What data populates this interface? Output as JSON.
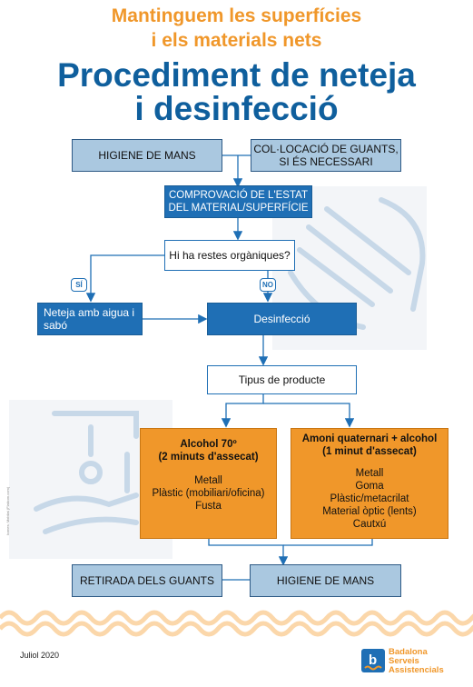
{
  "header": {
    "subtitle_line1": "Mantinguem les superfícies",
    "subtitle_line2": "i els materials nets",
    "title_line1": "Procediment de neteja",
    "title_line2": "i desinfecció"
  },
  "flow": {
    "hand_hygiene_top": "HIGIENE DE MANS",
    "gloves_line1": "COL·LOCACIÓ DE GUANTS,",
    "gloves_line2": "SI ÉS NECESSARI",
    "check_line1": "COMPROVACIÓ DE L'ESTAT",
    "check_line2": "DEL MATERIAL/SUPERFÍCIE",
    "question": "Hi ha restes orgàniques?",
    "yes_label": "SÍ",
    "no_label": "NO",
    "wash_line1": "Neteja amb aigua i",
    "wash_line2": "sabó",
    "disinfection": "Desinfecció",
    "product_type": "Tipus de producte",
    "retire_gloves": "RETIRADA DELS GUANTS",
    "hand_hygiene_bottom": "HIGIENE DE MANS"
  },
  "alcohol": {
    "title_line1": "Alcohol 70º",
    "title_line2": "(2 minuts d'assecat)",
    "items": [
      "Metall",
      "Plàstic (mobiliari/oficina)",
      "Fusta"
    ]
  },
  "ammonium": {
    "title_line1": "Amoni quaternari + alcohol",
    "title_line2": "(1 minut d'assecat)",
    "items": [
      "Metall",
      "Goma",
      "Plàstic/metacrilat",
      "Material òptic (lents)",
      "Cautxú"
    ]
  },
  "footer": {
    "date": "Juliol 2020",
    "logo_line1": "Badalona",
    "logo_line2": "Serveis",
    "logo_line3": "Assistencials",
    "image_credit": "Icones: Mobilat (Flaticon.com)"
  },
  "colors": {
    "title_blue": "#0f5f9d",
    "accent_orange": "#f0972a",
    "dark_box": "#1f6fb5",
    "light_box": "#aac8e0"
  }
}
